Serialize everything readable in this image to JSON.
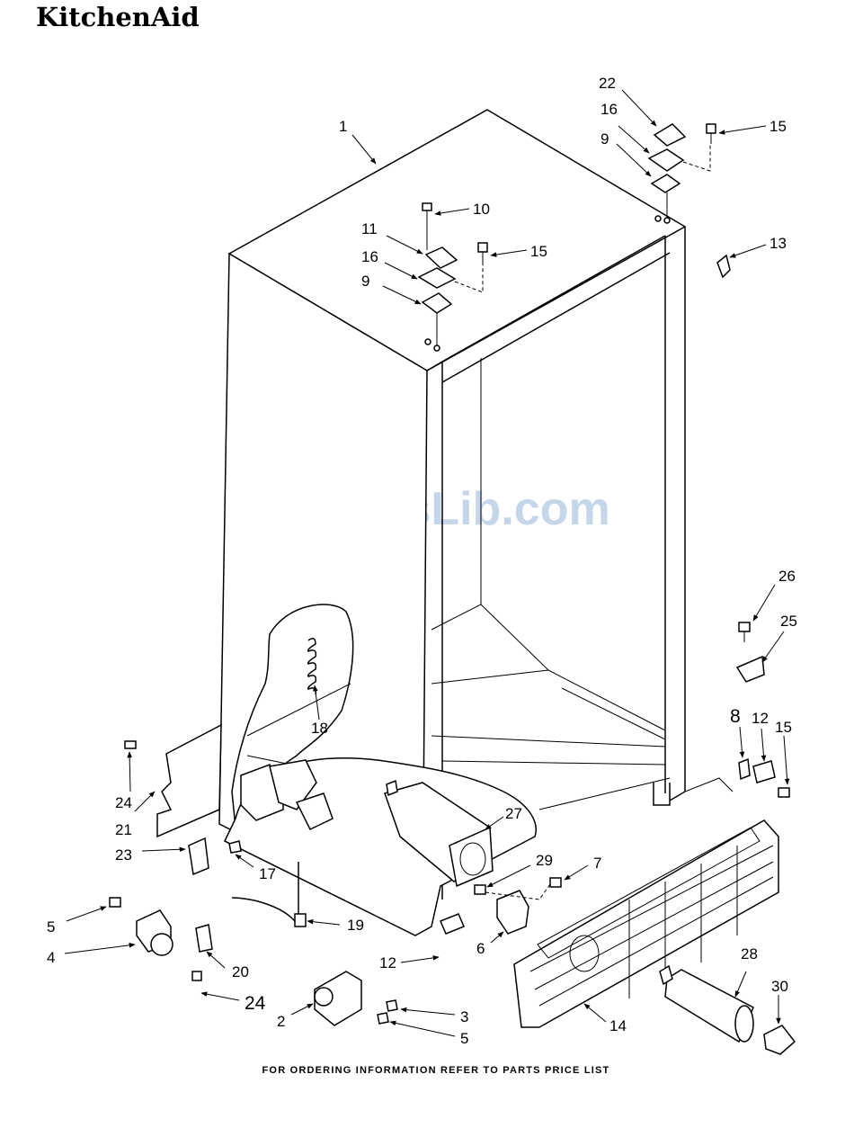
{
  "brand": "KitchenAid",
  "watermark": "ManualsLib.com",
  "footer": "FOR ORDERING INFORMATION REFER TO PARTS PRICE LIST",
  "labels": [
    "1",
    "22",
    "16",
    "9",
    "15",
    "10",
    "11",
    "16",
    "9",
    "15",
    "13",
    "26",
    "25",
    "8",
    "12",
    "15",
    "18",
    "24",
    "21",
    "23",
    "17",
    "27",
    "29",
    "7",
    "5",
    "4",
    "19",
    "20",
    "24",
    "12",
    "6",
    "28",
    "30",
    "2",
    "3",
    "5",
    "14"
  ]
}
